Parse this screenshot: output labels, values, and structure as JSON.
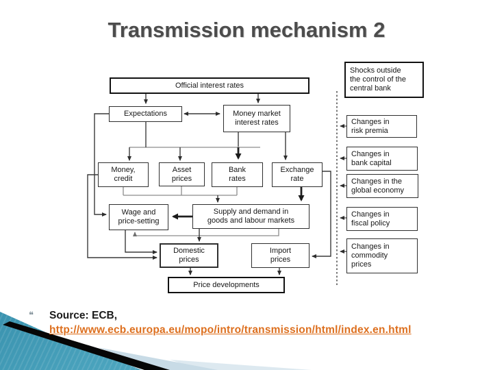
{
  "slide": {
    "title": "Transmission mechanism 2"
  },
  "diagram": {
    "nodes": {
      "official": "Official interest rates",
      "expectations": "Expectations",
      "money_market": "Money market\ninterest rates",
      "money_credit": "Money,\ncredit",
      "asset_prices": "Asset\nprices",
      "bank_rates": "Bank\nrates",
      "exchange_rate": "Exchange\nrate",
      "wage": "Wage and\nprice-setting",
      "supply": "Supply and demand in\ngoods and labour markets",
      "domestic": "Domestic\nprices",
      "import": "Import\nprices",
      "price_dev": "Price developments",
      "shocks": "Shocks outside\nthe control of the\ncentral bank",
      "risk_premia": "Changes in\nrisk premia",
      "bank_capital": "Changes in\nbank capital",
      "global_economy": "Changes in the\nglobal economy",
      "fiscal_policy": "Changes in\nfiscal policy",
      "commodity": "Changes in\ncommodity\nprices"
    }
  },
  "footer": {
    "bullet": "❝",
    "source_label": "Source: ECB,",
    "link_text": "http://www.ecb.europa.eu/mopo/intro/transmission/html/index.en.html"
  },
  "colors": {
    "title_text": "#4C4C4C",
    "link": "#DD6F1E",
    "box_border": "#2E2E2E",
    "teal_dark": "#135F7E",
    "teal_light": "#6FC0D5",
    "stripe_black": "#060606",
    "stripe_pale": "#C8DBE6"
  }
}
